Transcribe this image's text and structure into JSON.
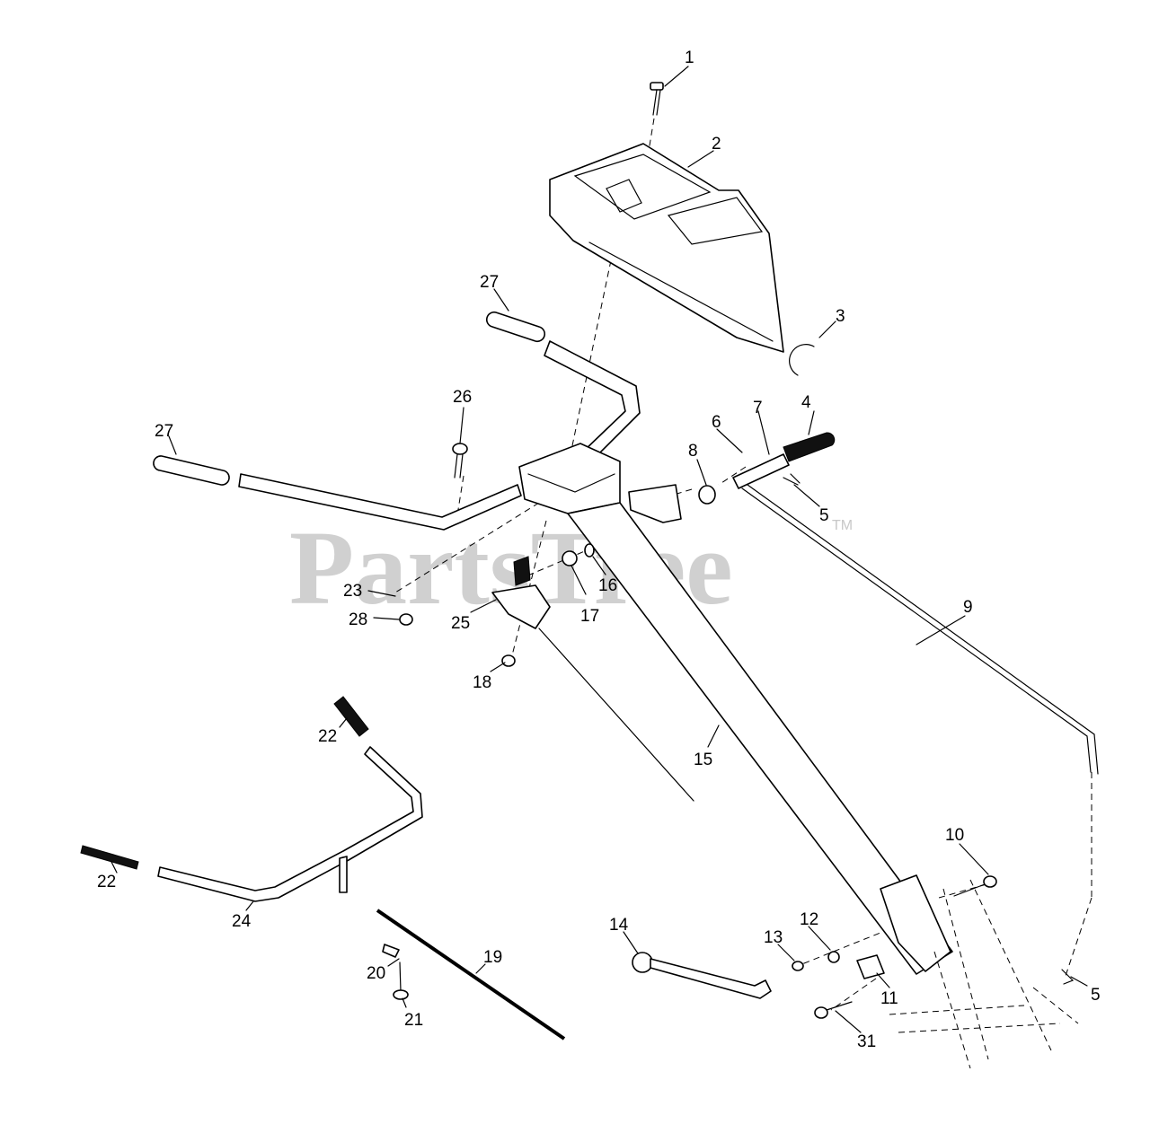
{
  "watermark": {
    "text": "PartsTree",
    "trademark": "TM"
  },
  "callouts": [
    "1",
    "2",
    "3",
    "4",
    "5",
    "6",
    "7",
    "8",
    "9",
    "10",
    "11",
    "12",
    "13",
    "14",
    "15",
    "16",
    "17",
    "18",
    "19",
    "20",
    "21",
    "22",
    "22",
    "23",
    "24",
    "25",
    "26",
    "27",
    "27",
    "28",
    "5",
    "31"
  ]
}
